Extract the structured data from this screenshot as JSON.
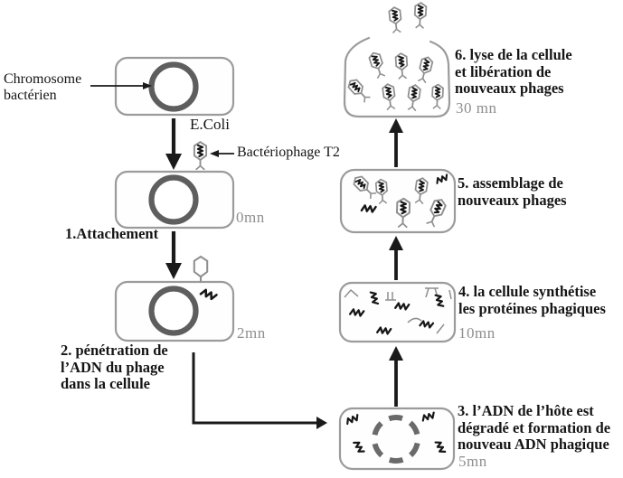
{
  "figure": {
    "labels": {
      "chromosome_line1": "Chromosome",
      "chromosome_line2": "bactérien",
      "ecoli": "E.Coli",
      "bacteriophage": "Bactériophage T2"
    },
    "steps": [
      {
        "label": "1.Attachement",
        "time": "0mn"
      },
      {
        "lines": [
          "2. pénétration de",
          "l’ADN du phage",
          "dans la cellule"
        ],
        "time": "2mn"
      },
      {
        "lines": [
          "3. l’ADN de l’hôte est",
          "dégradé  et formation de",
          "nouveau ADN phagique"
        ],
        "time": "5mn"
      },
      {
        "lines": [
          "4. la cellule synthétise",
          "les protéines phagiques"
        ],
        "time": "10mn"
      },
      {
        "lines": [
          "5. assemblage de",
          "nouveaux phages"
        ]
      },
      {
        "lines": [
          "6. lyse de la cellule",
          "et libération de",
          "nouveaux phages"
        ],
        "time": "30 mn"
      }
    ],
    "icons": {
      "bacteriophage": "bacteriophage-icon",
      "dna_squiggle": "dna-squiggle-icon",
      "arrow": "arrow-icon"
    },
    "colors": {
      "ink": "#1a1a1a",
      "time_muted": "#8f8f8f",
      "cell_outline": "#9b9b9b",
      "chromosome_ring": "#5e5e5e",
      "phage_outline": "#8f8f8f",
      "background": "#ffffff"
    }
  }
}
